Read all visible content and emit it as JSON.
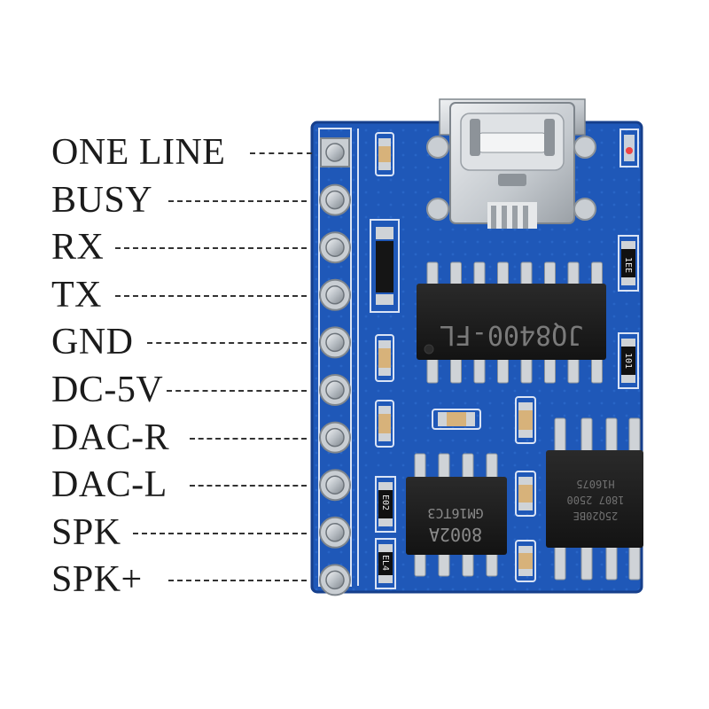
{
  "pins": [
    {
      "label": "ONE LINE"
    },
    {
      "label": "BUSY"
    },
    {
      "label": "RX"
    },
    {
      "label": "TX"
    },
    {
      "label": "GND"
    },
    {
      "label": "DC-5V"
    },
    {
      "label": "DAC-R"
    },
    {
      "label": "DAC-L"
    },
    {
      "label": "SPK"
    },
    {
      "label": "SPK+"
    }
  ],
  "chips": {
    "main": "JQ8400-FL",
    "amp": "8002A",
    "amp_sub": "GM16TC3",
    "flash_line1": "25Q20BE",
    "flash_line2": "1807 2500",
    "flash_line3": "H16075"
  },
  "silkscreen": {
    "smd_a": "1EE",
    "smd_b": "101",
    "smd_c": "E02",
    "smd_d": "EL4"
  },
  "colors": {
    "pcb": "#1f58b8",
    "pcb_dark": "#163f8c",
    "chip": "#1c1c1c",
    "pad": "#c8cdd2",
    "label": "#1b1b1b"
  }
}
